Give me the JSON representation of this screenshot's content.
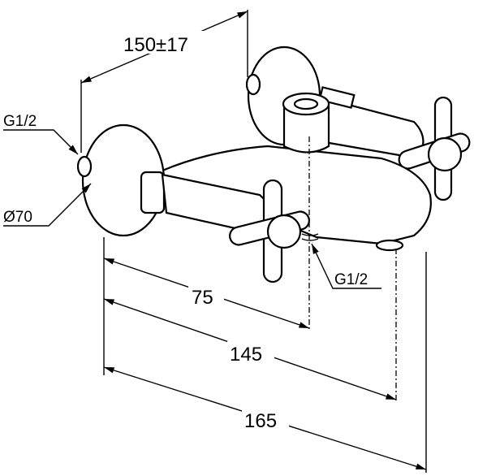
{
  "title": "Shower mixer dimension drawing",
  "dimensions": {
    "inlet_spacing": "150±17",
    "thread_inlet": "G1/2",
    "rosette_diameter": "Ø70",
    "thread_outlet": "G1/2",
    "outlet_offset": "75",
    "spout_length": "145",
    "overall_depth": "165"
  }
}
